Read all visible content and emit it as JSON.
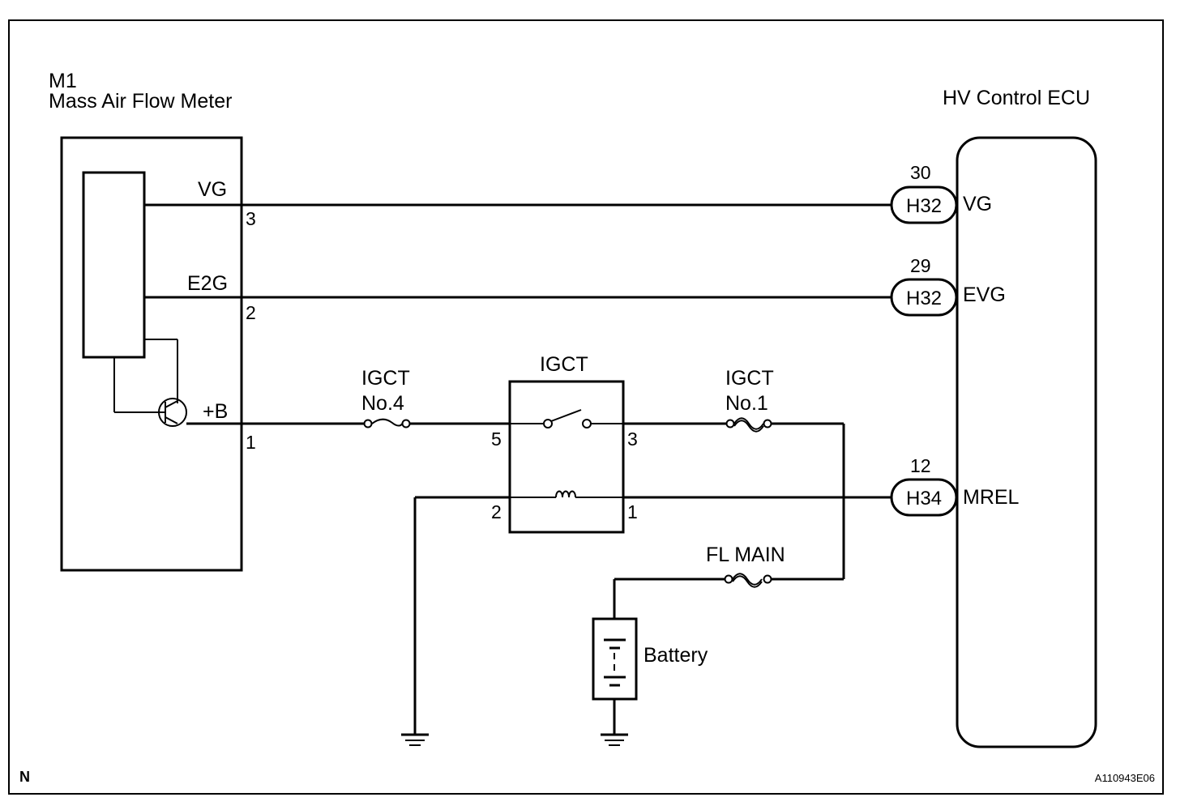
{
  "meter": {
    "id": "M1",
    "name": "Mass Air Flow Meter",
    "terminals": [
      {
        "signal": "VG",
        "pin": "3"
      },
      {
        "signal": "E2G",
        "pin": "2"
      },
      {
        "signal": "+B",
        "pin": "1"
      }
    ]
  },
  "ecu": {
    "name": "HV Control ECU",
    "terminals": [
      {
        "number": "30",
        "connector": "H32",
        "signal": "VG"
      },
      {
        "number": "29",
        "connector": "H32",
        "signal": "EVG"
      },
      {
        "number": "12",
        "connector": "H34",
        "signal": "MREL"
      }
    ]
  },
  "relay": {
    "name": "IGCT",
    "pins": [
      "5",
      "3",
      "2",
      "1"
    ]
  },
  "fuses": [
    {
      "line1": "IGCT",
      "line2": "No.4"
    },
    {
      "line1": "IGCT",
      "line2": "No.1"
    },
    {
      "line1": "FL MAIN"
    }
  ],
  "battery": {
    "label": "Battery"
  },
  "corner_left": "N",
  "corner_right": "A110943E06"
}
